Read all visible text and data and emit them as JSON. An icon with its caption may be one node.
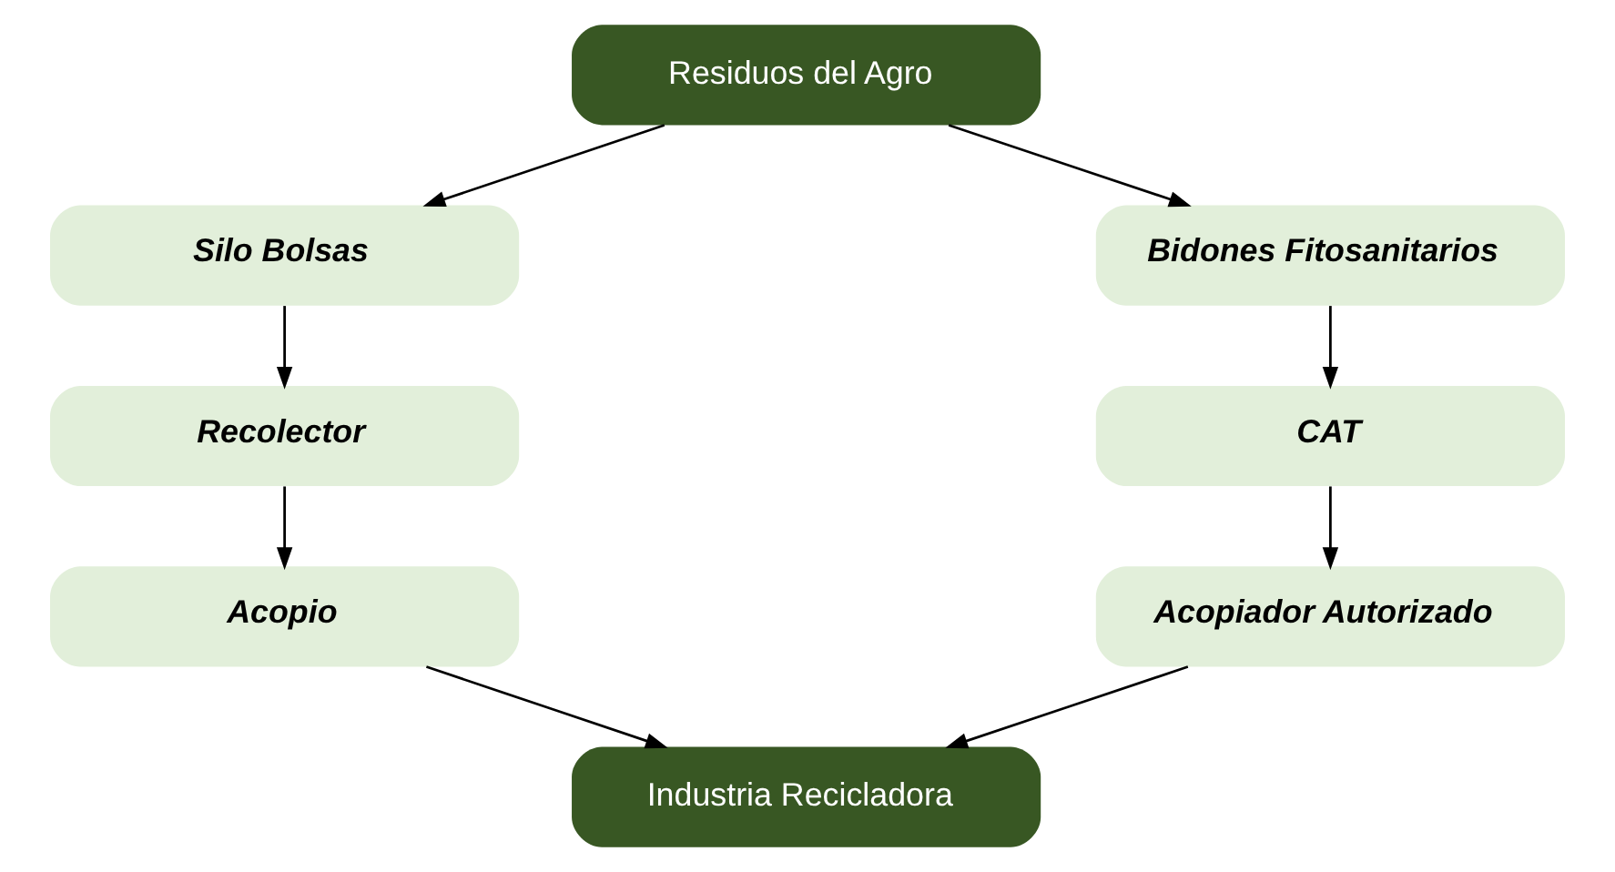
{
  "diagram": {
    "nodes": [
      {
        "text": [
          "Residuos del Agro"
        ]
      },
      {
        "text": [
          "Silo Bolsas"
        ]
      },
      {
        "text": [
          "Recolector"
        ]
      },
      {
        "text": [
          "Acopio"
        ]
      },
      {
        "text": [
          "Bidones Fitosanitarios"
        ]
      },
      {
        "text": [
          "CAT"
        ]
      },
      {
        "text": [
          "Acopiador Autorizado"
        ]
      },
      {
        "text": [
          "Industria Recicladora"
        ]
      }
    ],
    "edges": [
      {
        "from": 0,
        "to": 1,
        "arrow": "to"
      },
      {
        "from": 0,
        "to": 4,
        "arrow": "to"
      },
      {
        "from": 1,
        "to": 2,
        "arrow": "to"
      },
      {
        "from": 2,
        "to": 3,
        "arrow": "to"
      },
      {
        "from": 4,
        "to": 5,
        "arrow": "to"
      },
      {
        "from": 5,
        "to": 6,
        "arrow": "to"
      },
      {
        "from": 3,
        "to": 7,
        "arrow": "to"
      },
      {
        "from": 6,
        "to": 7,
        "arrow": "to"
      }
    ]
  }
}
